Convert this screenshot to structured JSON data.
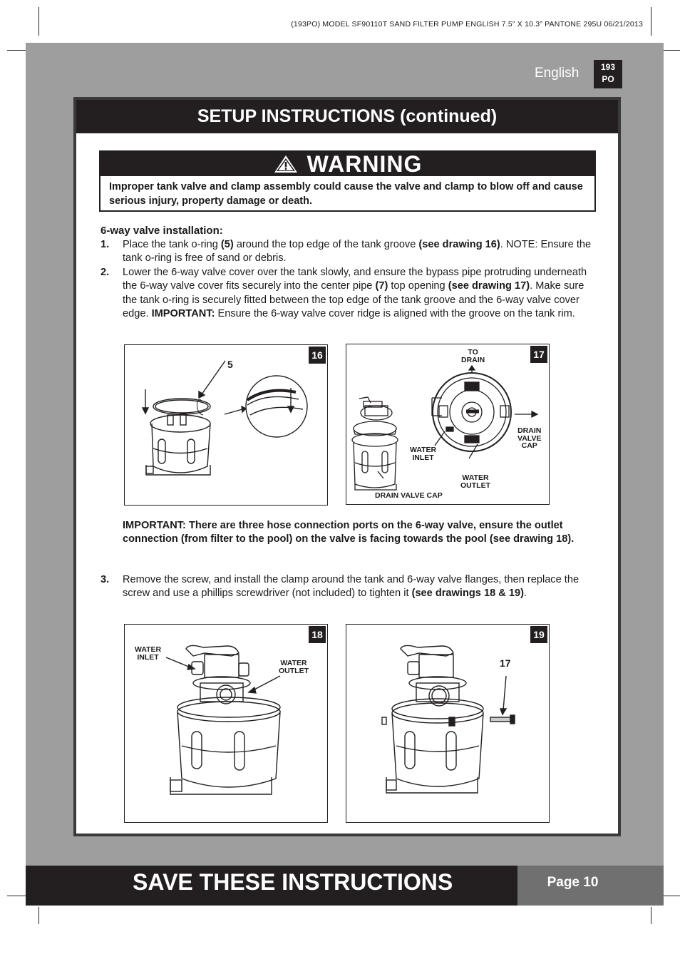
{
  "print_header": "(193PO)  MODEL SF90110T SAND FILTER PUMP  ENGLISH  7.5” X 10.3”  PANTONE 295U  06/21/2013",
  "language": "English",
  "code_box": {
    "line1": "193",
    "line2": "PO"
  },
  "section_title": "SETUP INSTRUCTIONS (continued)",
  "warning": {
    "title": "WARNING",
    "text": "Improper tank valve and clamp assembly could cause the valve and clamp to blow off and cause serious injury, property damage or death."
  },
  "subheading": "6-way valve installation:",
  "steps": [
    {
      "number": "1.",
      "pre": "Place the tank o-ring ",
      "b1": "(5)",
      "mid": " around the top edge of the tank groove ",
      "b2": "(see drawing 16)",
      "post": ". NOTE: Ensure the tank o-ring is free of sand or debris."
    },
    {
      "number": "2.",
      "pre": "Lower the 6-way valve cover over the tank slowly, and ensure the bypass pipe protruding underneath the 6-way valve cover fits securely into the center pipe ",
      "b1": "(7)",
      "mid": " top opening ",
      "b2": "(see drawing 17)",
      "mid2": ". Make sure the tank o-ring is securely fitted between the top edge of the tank groove and the 6-way valve cover edge. ",
      "b3": "IMPORTANT:",
      "post": " Ensure the 6-way valve cover ridge is aligned with the groove on the tank rim."
    },
    {
      "number": "3.",
      "pre": "Remove the screw, and install the clamp around the tank and 6-way valve flanges, then replace the screw and use a phillips screwdriver (not included) to tighten it ",
      "b1": "(see drawings 18 & 19)",
      "post": "."
    }
  ],
  "important_note": "IMPORTANT: There are three hose connection ports on the 6-way valve, ensure the outlet connection (from filter to the pool) on the valve is facing towards the pool (see drawing 18).",
  "figures": {
    "f16": {
      "number": "16",
      "callout": "5"
    },
    "f17": {
      "number": "17",
      "to_drain": [
        "TO",
        "DRAIN"
      ],
      "drain_valve_cap_right": [
        "DRAIN",
        "VALVE",
        "CAP"
      ],
      "water_inlet": [
        "WATER",
        "INLET"
      ],
      "water_outlet": [
        "WATER",
        "OUTLET"
      ],
      "drain_valve_cap_bottom": "DRAIN VALVE CAP"
    },
    "f18": {
      "number": "18",
      "water_inlet": [
        "WATER",
        "INLET"
      ],
      "water_outlet": [
        "WATER",
        "OUTLET"
      ]
    },
    "f19": {
      "number": "19",
      "callout": "17"
    }
  },
  "footer": {
    "text": "SAVE THESE INSTRUCTIONS",
    "page": "Page 10"
  },
  "colors": {
    "dark": "#231f20",
    "gray_background": "#9e9e9e",
    "page_box": "#707070"
  }
}
